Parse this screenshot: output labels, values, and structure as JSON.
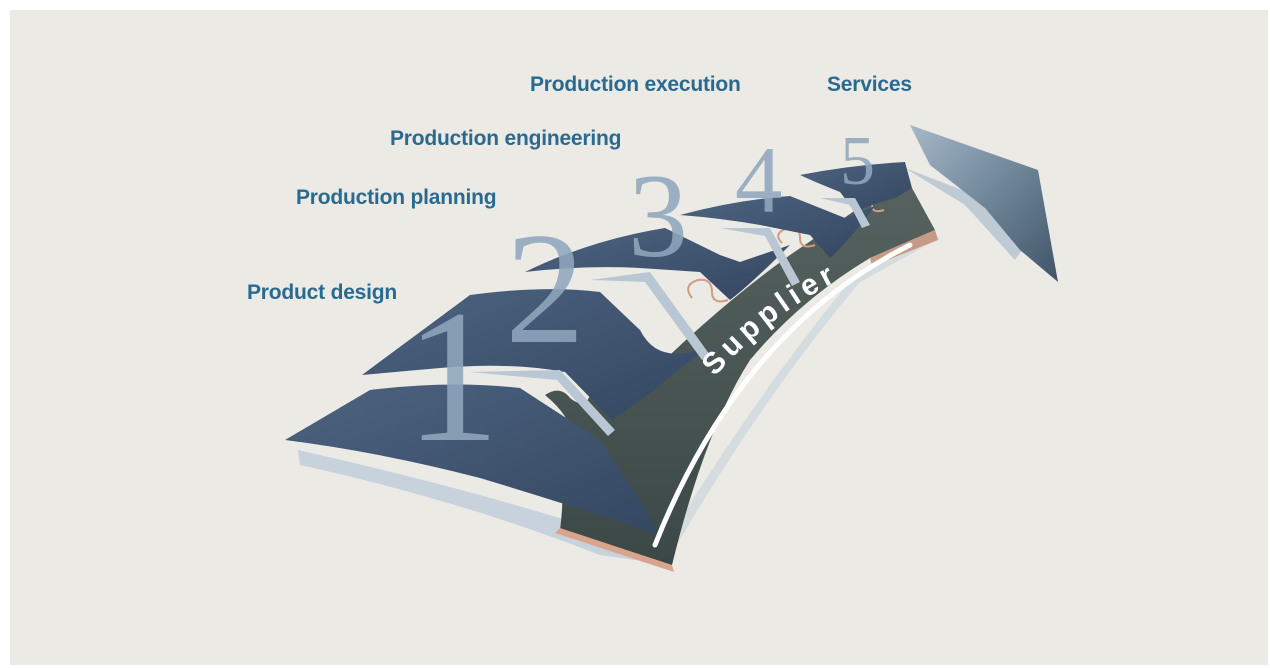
{
  "stages": [
    {
      "number": "1",
      "label": "Product design"
    },
    {
      "number": "2",
      "label": "Production planning"
    },
    {
      "number": "3",
      "label": "Production engineering"
    },
    {
      "number": "4",
      "label": "Production execution"
    },
    {
      "number": "5",
      "label": "Services"
    }
  ],
  "supplier_label": "Supplier",
  "colors": {
    "background": "#ebeae4",
    "label_text": "#2a6a90",
    "tile_top": "#3f5470",
    "tile_side": "#3f4d4c",
    "arrow": "#6f8699",
    "numbers": "#8fa6bd",
    "supplier_line": "#ffffff"
  },
  "icons": {
    "direction_arrow": "arrow-icon",
    "stages": "puzzle-tile-icon"
  }
}
